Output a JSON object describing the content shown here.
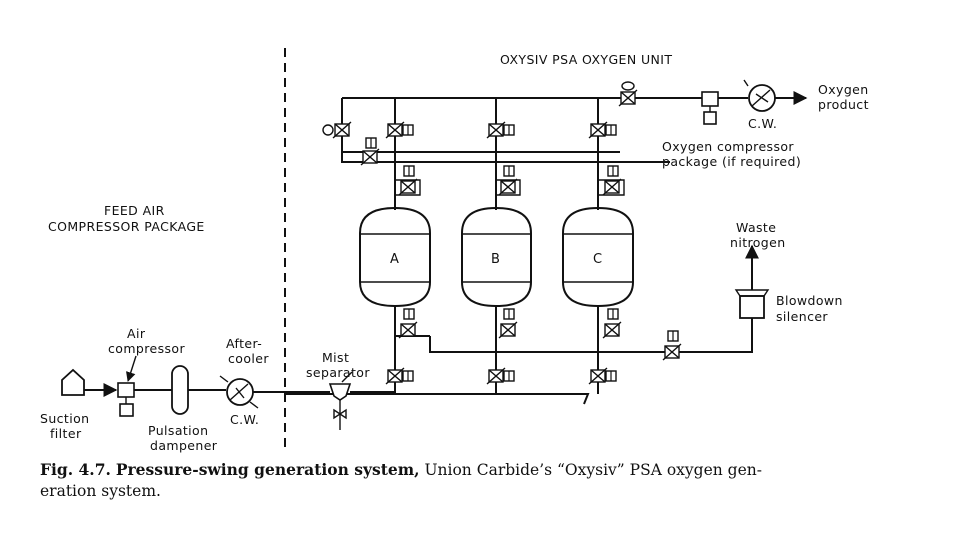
{
  "caption": {
    "fig": "Fig. 4.7.",
    "title": "Pressure-swing generation system,",
    "text": "Union Carbide’s “Oxysiv” PSA oxygen gen-",
    "text2": "eration system."
  },
  "sections": {
    "oxysiv_unit": "OXYSIV PSA OXYGEN UNIT",
    "feed_air_line1": "FEED AIR",
    "feed_air_line2": "COMPRESSOR PACKAGE"
  },
  "labels": {
    "oxygen_product_1": "Oxygen",
    "oxygen_product_2": "product",
    "cw_top": "C.W.",
    "o2_compressor_1": "Oxygen compressor",
    "o2_compressor_2": "package (if required)",
    "waste_1": "Waste",
    "waste_2": "nitrogen",
    "blowdown_1": "Blowdown",
    "blowdown_2": "silencer",
    "air_compressor_1": "Air",
    "air_compressor_2": "compressor",
    "aftercooler_1": "After-",
    "aftercooler_2": "cooler",
    "cw_bottom": "C.W.",
    "mist_sep_1": "Mist",
    "mist_sep_2": "separator",
    "suction_1": "Suction",
    "suction_2": "filter",
    "pulsation_1": "Pulsation",
    "pulsation_2": "dampener"
  },
  "tanks": [
    "A",
    "B",
    "C"
  ]
}
